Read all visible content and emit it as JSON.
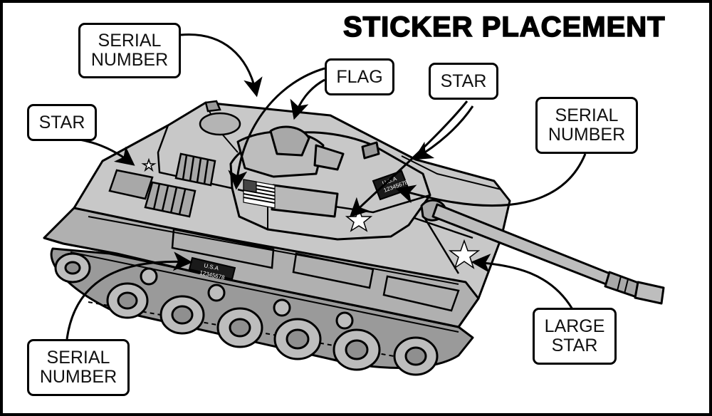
{
  "title": "STICKER PLACEMENT",
  "labels": {
    "serial_top_left": "SERIAL\nNUMBER",
    "flag": "FLAG",
    "star_top": "STAR",
    "star_left": "STAR",
    "serial_right": "SERIAL\nNUMBER",
    "serial_bottom_left": "SERIAL\nNUMBER",
    "large_star": "LARGE\nSTAR"
  },
  "decals": {
    "turret_plate": "U.S.A\n12345678",
    "hull_plate": "U.S.A\n12345678"
  },
  "colors": {
    "tank_fill": "#c8c8c8",
    "tank_shadow": "#9a9a9a",
    "outline": "#000000",
    "background": "#ffffff"
  }
}
